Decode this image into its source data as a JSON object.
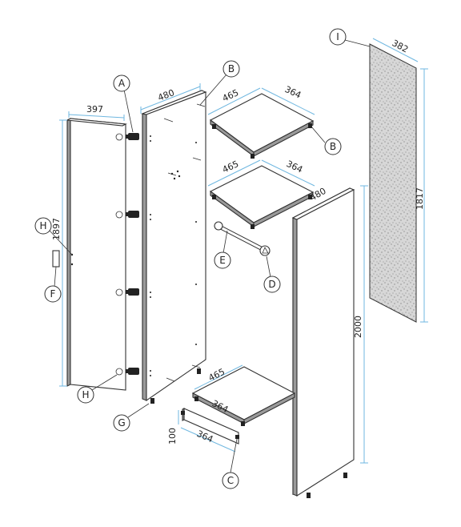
{
  "dimensions": {
    "door_width": "397",
    "door_height": "1897",
    "side_left_depth": "480",
    "shelf_top_depth": "465",
    "shelf_top_width": "364",
    "shelf_mid_depth": "465",
    "shelf_mid_width": "364",
    "side_right_depth": "480",
    "side_right_height": "2000",
    "bottom_depth": "465",
    "bottom_width": "364",
    "plinth_height": "100",
    "plinth_width": "364",
    "back_width": "382",
    "back_height": "1817"
  },
  "callouts": {
    "A": "A",
    "B_top": "B",
    "B_shelf": "B",
    "C": "C",
    "D": "D",
    "E": "E",
    "F": "F",
    "G": "G",
    "H_top": "H",
    "H_bottom": "H",
    "I": "I"
  }
}
